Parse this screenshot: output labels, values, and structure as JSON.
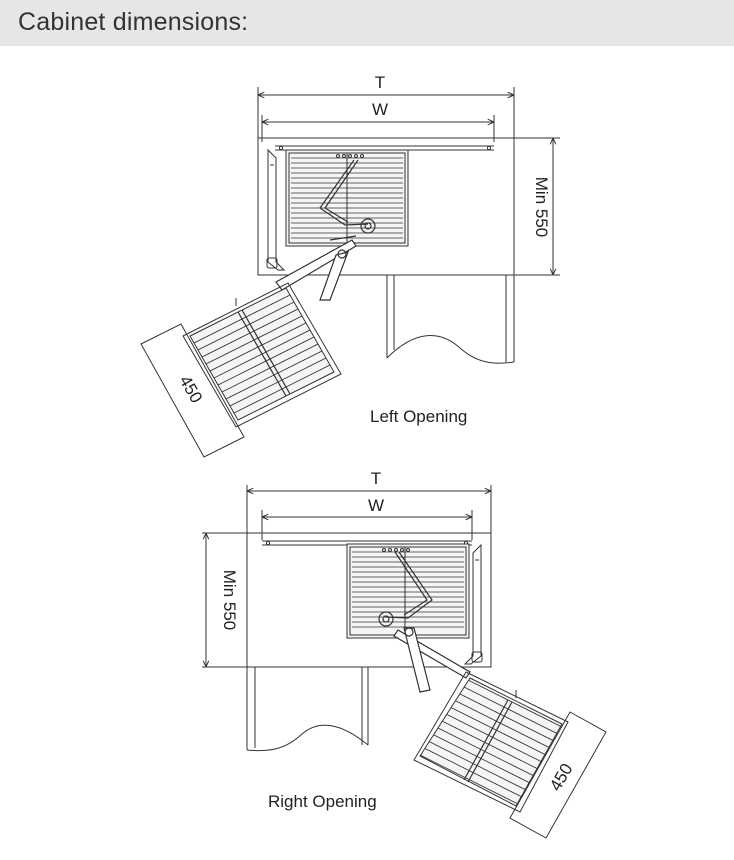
{
  "header": {
    "title": "Cabinet dimensions:"
  },
  "colors": {
    "header_bg": "#e6e6e6",
    "line": "#333333",
    "basket_fill": "#f5f5f5"
  },
  "diagram_left": {
    "caption": "Left Opening",
    "label_t": "T",
    "label_w": "W",
    "label_depth": "Min 550",
    "label_width": "450"
  },
  "diagram_right": {
    "caption": "Right Opening",
    "label_t": "T",
    "label_w": "W",
    "label_depth": "Min 550",
    "label_width": "450"
  }
}
